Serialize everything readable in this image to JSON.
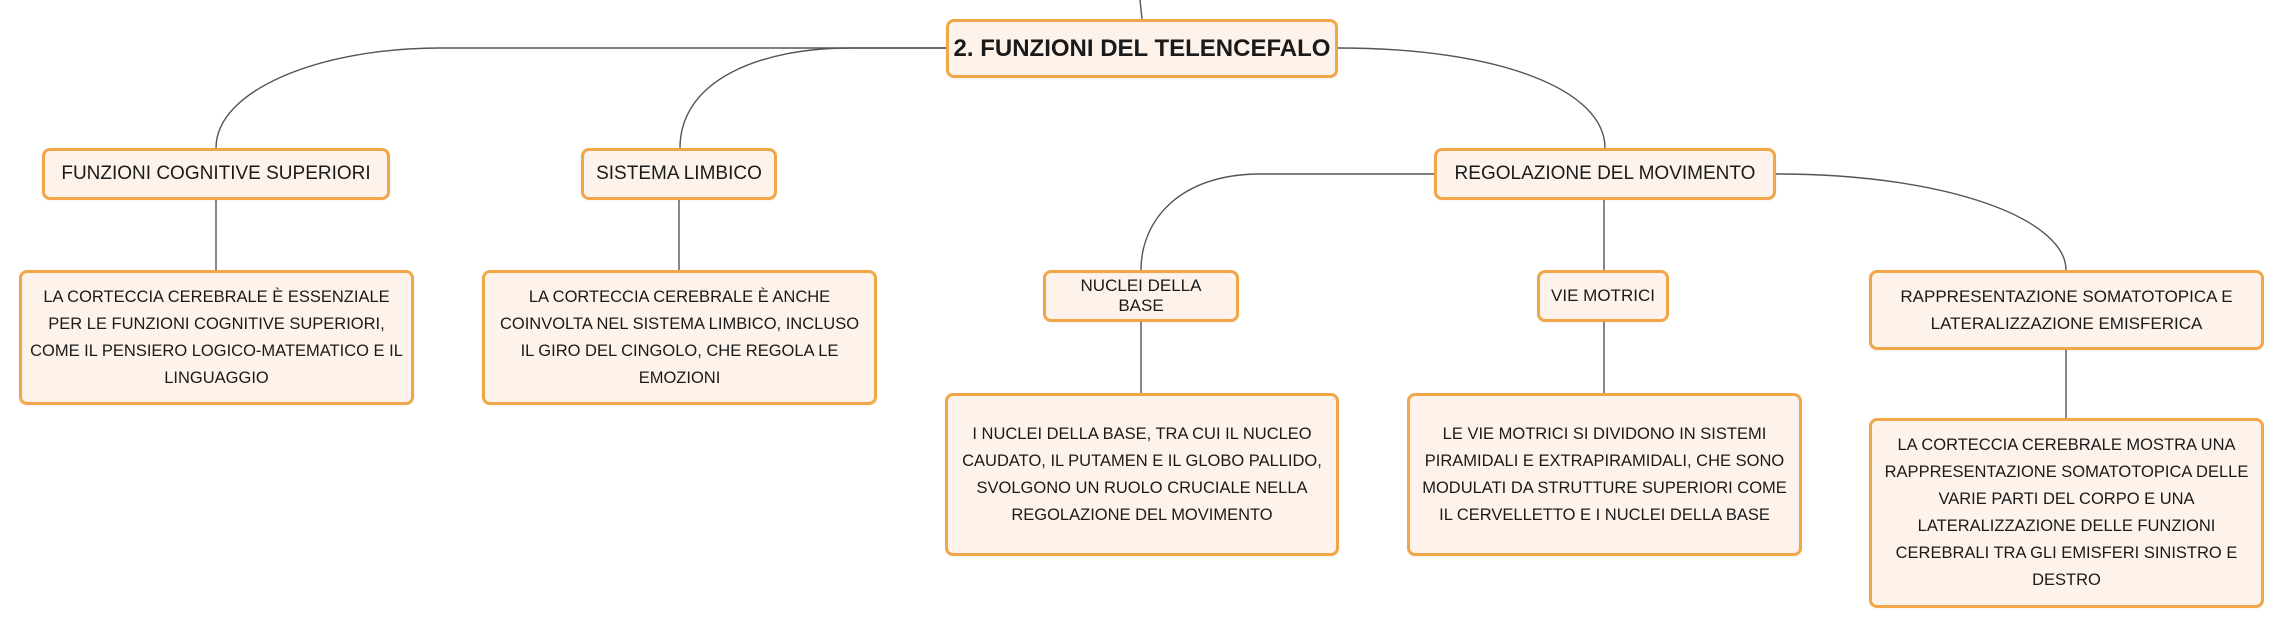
{
  "mindmap": {
    "root": "2. FUNZIONI DEL TELENCEFALO",
    "topics": {
      "cognitive": {
        "label": "FUNZIONI COGNITIVE SUPERIORI",
        "detail": "LA CORTECCIA CEREBRALE È ESSENZIALE PER LE FUNZIONI COGNITIVE SUPERIORI, COME IL PENSIERO LOGICO-MATEMATICO E IL LINGUAGGIO"
      },
      "limbic": {
        "label": "SISTEMA LIMBICO",
        "detail": "LA CORTECCIA CEREBRALE È ANCHE COINVOLTA NEL SISTEMA LIMBICO, INCLUSO IL GIRO DEL CINGOLO, CHE REGOLA LE EMOZIONI"
      },
      "movement": {
        "label": "REGOLAZIONE DEL MOVIMENTO",
        "subtopics": {
          "basal": {
            "label": "NUCLEI DELLA BASE",
            "detail": "I NUCLEI DELLA BASE, TRA CUI IL NUCLEO CAUDATO, IL PUTAMEN E IL GLOBO PALLIDO, SVOLGONO UN RUOLO CRUCIALE NELLA REGOLAZIONE DEL MOVIMENTO"
          },
          "motor": {
            "label": "VIE MOTRICI",
            "detail": "LE VIE MOTRICI SI DIVIDONO IN SISTEMI PIRAMIDALI E EXTRAPIRAMIDALI, CHE SONO MODULATI DA STRUTTURE SUPERIORI COME IL CERVELLETTO E I NUCLEI DELLA BASE"
          },
          "somato": {
            "label": "RAPPRESENTAZIONE SOMATOTOPICA E LATERALIZZAZIONE EMISFERICA",
            "detail": "LA CORTECCIA CEREBRALE MOSTRA UNA RAPPRESENTAZIONE SOMATOTOPICA DELLE VARIE PARTI DEL CORPO E UNA LATERALIZZAZIONE DELLE FUNZIONI CEREBRALI TRA GLI EMISFERI SINISTRO E DESTRO"
          }
        }
      }
    }
  },
  "colors": {
    "node_border": "#f2a64a",
    "node_fill": "#fdf3eb",
    "connector": "#555555"
  }
}
